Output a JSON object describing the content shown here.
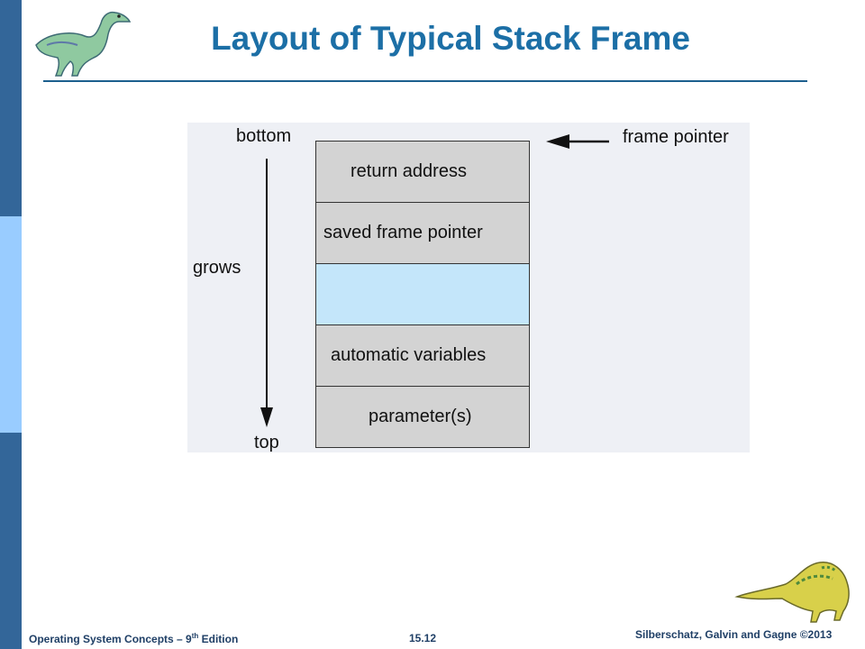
{
  "slide": {
    "title": "Layout of Typical Stack Frame"
  },
  "diagram": {
    "stack_cells": [
      {
        "label": "return address"
      },
      {
        "label": "saved frame pointer"
      },
      {
        "label": ""
      },
      {
        "label": "automatic variables"
      },
      {
        "label": "parameter(s)"
      }
    ],
    "labels": {
      "bottom": "bottom",
      "grows": "grows",
      "top": "top",
      "frame_pointer": "frame pointer"
    }
  },
  "footer": {
    "left_text": "Operating System Concepts – 9",
    "left_superscript": "th",
    "left_suffix": " Edition",
    "page": "15.12",
    "right": "Silberschatz, Galvin and Gagne ©2013"
  },
  "colors": {
    "sidebar": "#336699",
    "sidebar_highlight": "#99ccff",
    "title": "#1c6fa6",
    "cell_fill": "#d3d3d3",
    "blank_cell_fill": "#c4e6fa"
  },
  "icons": {
    "top_left": "dinosaur-icon",
    "bottom_right": "dinosaur-icon"
  }
}
